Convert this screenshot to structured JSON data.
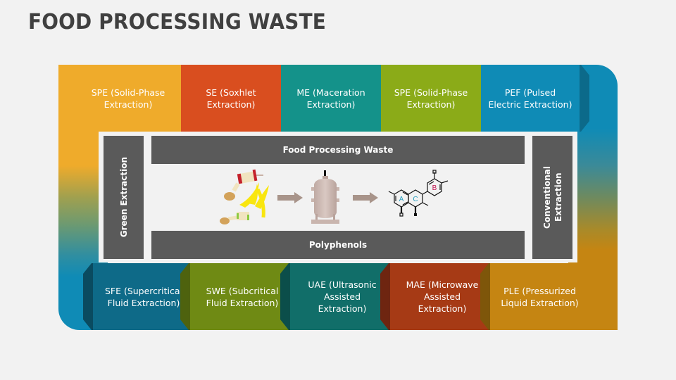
{
  "title": "FOOD PROCESSING WASTE",
  "top_row": [
    {
      "line1": "SPE (Solid-Phase",
      "line2": "Extraction)",
      "color": "#efab2b",
      "shade": "#c58512"
    },
    {
      "line1": "SE (Soxhlet",
      "line2": "Extraction)",
      "color": "#d94e1f",
      "shade": "#a63a17"
    },
    {
      "line1": "ME (Maceration",
      "line2": "Extraction)",
      "color": "#14928a",
      "shade": "#0f6e68"
    },
    {
      "line1": "SPE (Solid-Phase",
      "line2": "Extraction)",
      "color": "#8bab18",
      "shade": "#6a8212"
    },
    {
      "line1": "PEF (Pulsed",
      "line2": "Electric Extraction)",
      "color": "#0f8bb6",
      "shade": "#0c6a8a"
    }
  ],
  "bottom_row": [
    {
      "line1": "SFE (Supercritical",
      "line2": "Fluid Extraction)",
      "line3": "",
      "color": "#0e6a88",
      "shade": "#0a4b60"
    },
    {
      "line1": "SWE (Subcritical",
      "line2": "Fluid Extraction)",
      "line3": "",
      "color": "#6f8a14",
      "shade": "#4e620e"
    },
    {
      "line1": "UAE (Ultrasonic",
      "line2": "Assisted",
      "line3": "Extraction)",
      "color": "#116e69",
      "shade": "#0b4e4a"
    },
    {
      "line1": "MAE (Microwave",
      "line2": "Assisted",
      "line3": "Extraction)",
      "color": "#a63a15",
      "shade": "#6e2510"
    },
    {
      "line1": "PLE (Pressurized",
      "line2": "Liquid Extraction)",
      "line3": "",
      "color": "#c58512",
      "shade": "#7e560a"
    }
  ],
  "center": {
    "top_bar": "Food Processing Waste",
    "bottom_bar": "Polyphenols",
    "left_bar": "Green Extraction",
    "right_bar_line1": "Conventional",
    "right_bar_line2": "Extraction"
  },
  "molecule": {
    "ring_a": "A",
    "ring_b": "B",
    "ring_c": "C",
    "ring_a_color": "#2a9fc0",
    "ring_b_color": "#c0154f",
    "ring_c_color": "#2a9fc0"
  }
}
